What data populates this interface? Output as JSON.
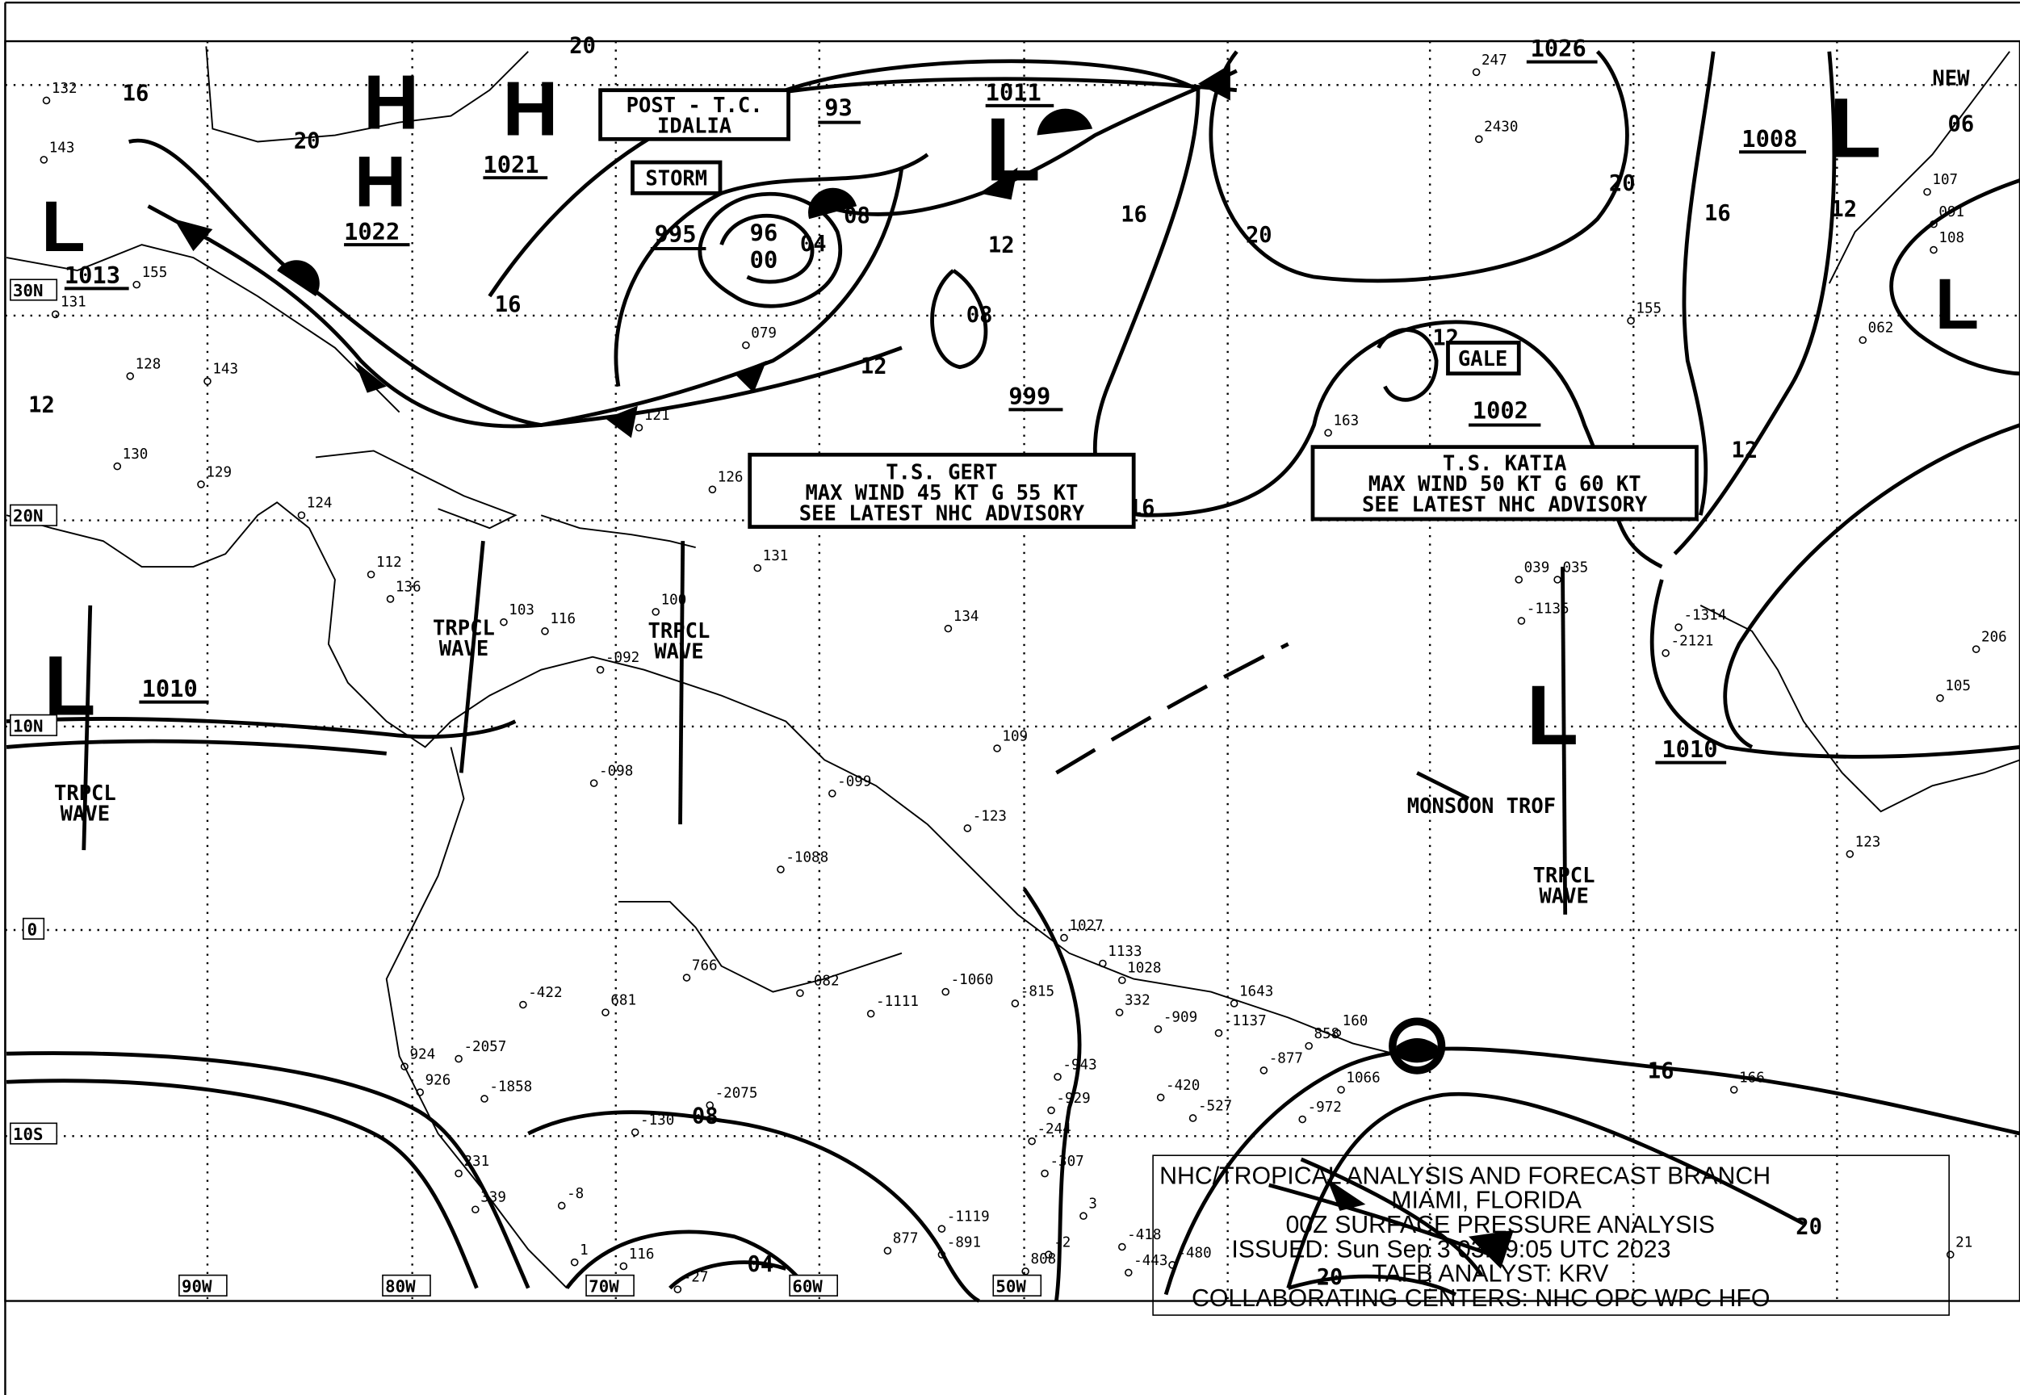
{
  "title_box": {
    "line1": "NHC/TROPICAL ANALYSIS AND FORECAST BRANCH",
    "line2": "MIAMI, FLORIDA",
    "line3": "00Z SURFACE PRESSURE ANALYSIS",
    "line4": "ISSUED: Sun Sep 3 03:09:05 UTC 2023",
    "line5": "TAFB ANALYST: KRV",
    "line6": "COLLABORATING CENTERS: NHC OPC WPC HFO"
  },
  "lat_labels": [
    "30N",
    "20N",
    "10N",
    "0",
    "10S"
  ],
  "lon_labels": [
    "90W",
    "80W",
    "70W",
    "60W",
    "50W"
  ],
  "systems": {
    "idalia_box": [
      "POST - T.C.",
      "IDALIA"
    ],
    "storm": "STORM",
    "gale": "GALE",
    "gert_box": [
      "T.S. GERT",
      "MAX WIND 45 KT G 55 KT",
      "SEE LATEST NHC ADVISORY"
    ],
    "katia_box": [
      "T.S. KATIA",
      "MAX WIND 50 KT G 60 KT",
      "SEE LATEST NHC ADVISORY"
    ]
  },
  "centers": {
    "high": "H",
    "low": "L"
  },
  "pressures": [
    "1021",
    "1022",
    "1013",
    "1011",
    "1008",
    "1026",
    "995",
    "96",
    "00",
    "999",
    "1002",
    "1010",
    "1010",
    "93"
  ],
  "isobar_labels": [
    "16",
    "20",
    "16",
    "12",
    "12",
    "12",
    "08",
    "08",
    "04",
    "16",
    "20",
    "20",
    "16",
    "12",
    "12",
    "12",
    "16",
    "16",
    "20",
    "20",
    "08",
    "04",
    "20",
    "06"
  ],
  "features": {
    "tropical_wave": [
      "TRPCL",
      "WAVE"
    ],
    "monsoon_trough": "MONSOON TROF",
    "place": "NEW"
  },
  "stations": [
    "132",
    "143",
    "155",
    "131",
    "128",
    "143",
    "130",
    "129",
    "124",
    "112",
    "136",
    "103",
    "116",
    "100",
    "126",
    "131",
    "134",
    "109",
    "079",
    "121",
    "163",
    "155",
    "062",
    "091",
    "107",
    "108",
    "105",
    "123",
    "-092",
    "-098",
    "-099",
    "-123",
    "-1088",
    "766",
    "-082",
    "-1111",
    "-1060",
    "-815",
    "1027",
    "1133",
    "1028",
    "332",
    "-909",
    "-1137",
    "1643",
    "160",
    "858",
    "-877",
    "1066",
    "-972",
    "-420",
    "-527",
    "-943",
    "-929",
    "-244",
    "-307",
    "-1119",
    "-891",
    "808",
    "-2",
    "3",
    "-418",
    "-443",
    "-480",
    "166",
    "21",
    "-2075",
    "-1858",
    "-2057",
    "924",
    "926",
    "-422",
    "681",
    "-130",
    "231",
    "339",
    "-8",
    "1",
    "116",
    "-27",
    "877",
    "247",
    "2430",
    "039",
    "035",
    "-1135",
    "-1314",
    "-2121",
    "206"
  ]
}
